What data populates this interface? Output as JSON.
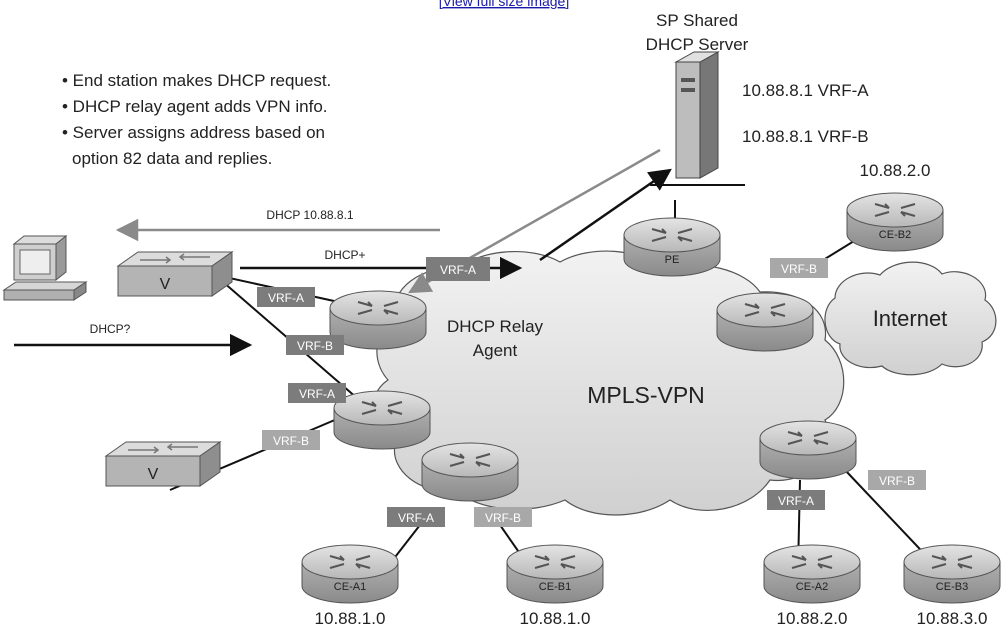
{
  "header": {
    "view_link": "[View full size image]"
  },
  "bullets": [
    "• End station makes DHCP request.",
    "• DHCP relay agent adds VPN info.",
    "• Server assigns address based on",
    "option 82 data and replies."
  ],
  "server": {
    "title_line1": "SP Shared",
    "title_line2": "DHCP Server",
    "vrf_a_entry": "10.88.8.1  VRF-A",
    "vrf_b_entry": "10.88.8.1  VRF-B"
  },
  "messages": {
    "dhcp_reply": "DHCP 10.88.8.1",
    "dhcp_plus": "DHCP+",
    "dhcp_request": "DHCP?"
  },
  "cloud": {
    "mpls_label": "MPLS-VPN",
    "relay_line1": "DHCP Relay",
    "relay_line2": "Agent",
    "internet_label": "Internet"
  },
  "switches": {
    "top_label": "V",
    "bottom_label": "V"
  },
  "routers": {
    "pe": "PE",
    "ce_b2": "CE-B2",
    "ce_a1": "CE-A1",
    "ce_b1": "CE-B1",
    "ce_a2": "CE-A2",
    "ce_b3": "CE-B3"
  },
  "subnets": {
    "top_right": "10.88.2.0",
    "a1": "10.88.1.0",
    "b1": "10.88.1.0",
    "a2": "10.88.2.0",
    "b3": "10.88.3.0"
  },
  "vrf_tags": {
    "dhcp_plus_tag": "VRF-A",
    "sw_top_a": "VRF-A",
    "sw_top_b": "VRF-B",
    "mid_a": "VRF-A",
    "sw_bottom_b": "VRF-B",
    "ce_a1_tag": "VRF-A",
    "ce_b1_tag": "VRF-B",
    "pe_side_b": "VRF-B",
    "right_a": "VRF-A",
    "right_b": "VRF-B"
  },
  "colors": {
    "tag_bg": "#7c7c7c",
    "light_tag_bg": "#a8a8a8",
    "device": "#c8c8c8",
    "arrow_gray": "#8a8a8a"
  }
}
